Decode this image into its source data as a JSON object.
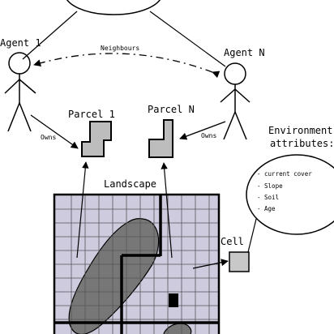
{
  "agents": {
    "agent1_label": "Agent 1",
    "agentN_label": "Agent N",
    "neighbours_label": "Neighbours",
    "owns_label_1": "Owns",
    "owns_label_n": "Owns"
  },
  "parcels": {
    "parcel1_label": "Parcel 1",
    "parcelN_label": "Parcel N"
  },
  "landscape": {
    "title": "Landscape",
    "cell_label": "Cell"
  },
  "environment": {
    "title_line1": "Environment",
    "title_line2": "attributes:",
    "attributes": [
      "- current cover",
      "- Slope",
      "- Soil",
      "- Age"
    ]
  },
  "colors": {
    "grid_fill": "#cfcbdf",
    "blob_fill": "#777777",
    "parcel_fill": "#bdbdbd",
    "cell_fill": "#c8c8c8"
  }
}
